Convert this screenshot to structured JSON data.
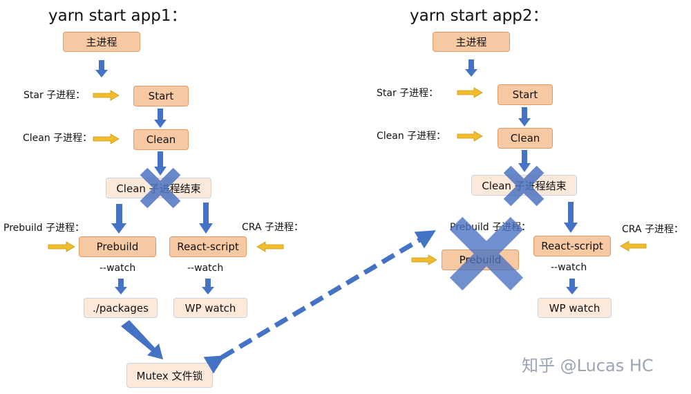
{
  "left": {
    "title": "yarn start app1：",
    "main": "主进程",
    "start": "Start",
    "clean": "Clean",
    "clean_end": "Clean 子进程结束",
    "prebuild": "Prebuild",
    "react_script": "React-script",
    "watch_a": "--watch",
    "watch_b": "--watch",
    "packages": "./packages",
    "wp_watch": "WP watch",
    "label_star": "Star 子进程：",
    "label_clean": "Clean 子进程：",
    "label_prebuild": "Prebuild 子进程：",
    "label_cra": "CRA 子进程："
  },
  "right": {
    "title": "yarn start app2：",
    "main": "主进程",
    "start": "Start",
    "clean": "Clean",
    "clean_end": "Clean 子进程结束",
    "prebuild": "Prebuild",
    "react_script": "React-script",
    "watch": "--watch",
    "wp_watch": "WP watch",
    "label_star": "Star 子进程：",
    "label_clean": "Clean 子进程：",
    "label_prebuild": "Prebuild 子进程：",
    "label_cra": "CRA 子进程："
  },
  "mutex": "Mutex 文件锁",
  "watermark": "知乎 @Lucas HC",
  "colors": {
    "orange_box": "#f6c9a3",
    "light_box": "#fde9da",
    "blue_arrow": "#4472c4",
    "yellow_arrow": "#f2bd2c",
    "cross": "#4d74c2"
  }
}
